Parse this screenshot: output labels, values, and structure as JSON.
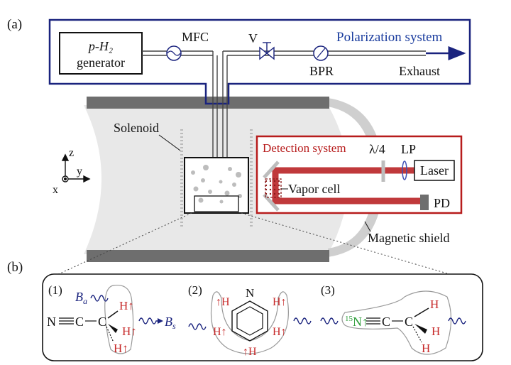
{
  "panel_a": {
    "label": "(a)",
    "polarization_system": "Polarization system",
    "generator_line1": "p-H₂",
    "generator_line2": "generator",
    "mfc": "MFC",
    "valve": "V",
    "bpr": "BPR",
    "exhaust": "Exhaust",
    "solenoid": "Solenoid",
    "detection_system": "Detection system",
    "lambda_quarter": "λ/4",
    "lp": "LP",
    "laser": "Laser",
    "vapor_cell": "Vapor cell",
    "pd": "PD",
    "magnetic_shield": "Magnetic shield",
    "axes": {
      "z": "z",
      "y": "y",
      "x": "x"
    }
  },
  "panel_b": {
    "label": "(b)",
    "mol1": {
      "label": "(1)",
      "Ba": "B",
      "Ba_sub": "a",
      "Bs": "B",
      "Bs_sub": "s",
      "N": "N",
      "C1": "C",
      "C2": "C",
      "H": "H↑"
    },
    "mol2": {
      "label": "(2)",
      "N": "N",
      "H": "H↑",
      "H_left": "↑H"
    },
    "mol3": {
      "label": "(3)",
      "N15_sup": "15",
      "N15": "N↑",
      "C1": "C",
      "C2": "C",
      "H": "H"
    }
  },
  "colors": {
    "navy": "#1a237e",
    "red_frame": "#b71c1c",
    "beam": "#c0393b",
    "hydrogen_red": "#c62828",
    "nitrogen_green": "#2e9d3a",
    "shield_gray": "#e3e3e3",
    "shield_dark": "#6e6e6e"
  }
}
